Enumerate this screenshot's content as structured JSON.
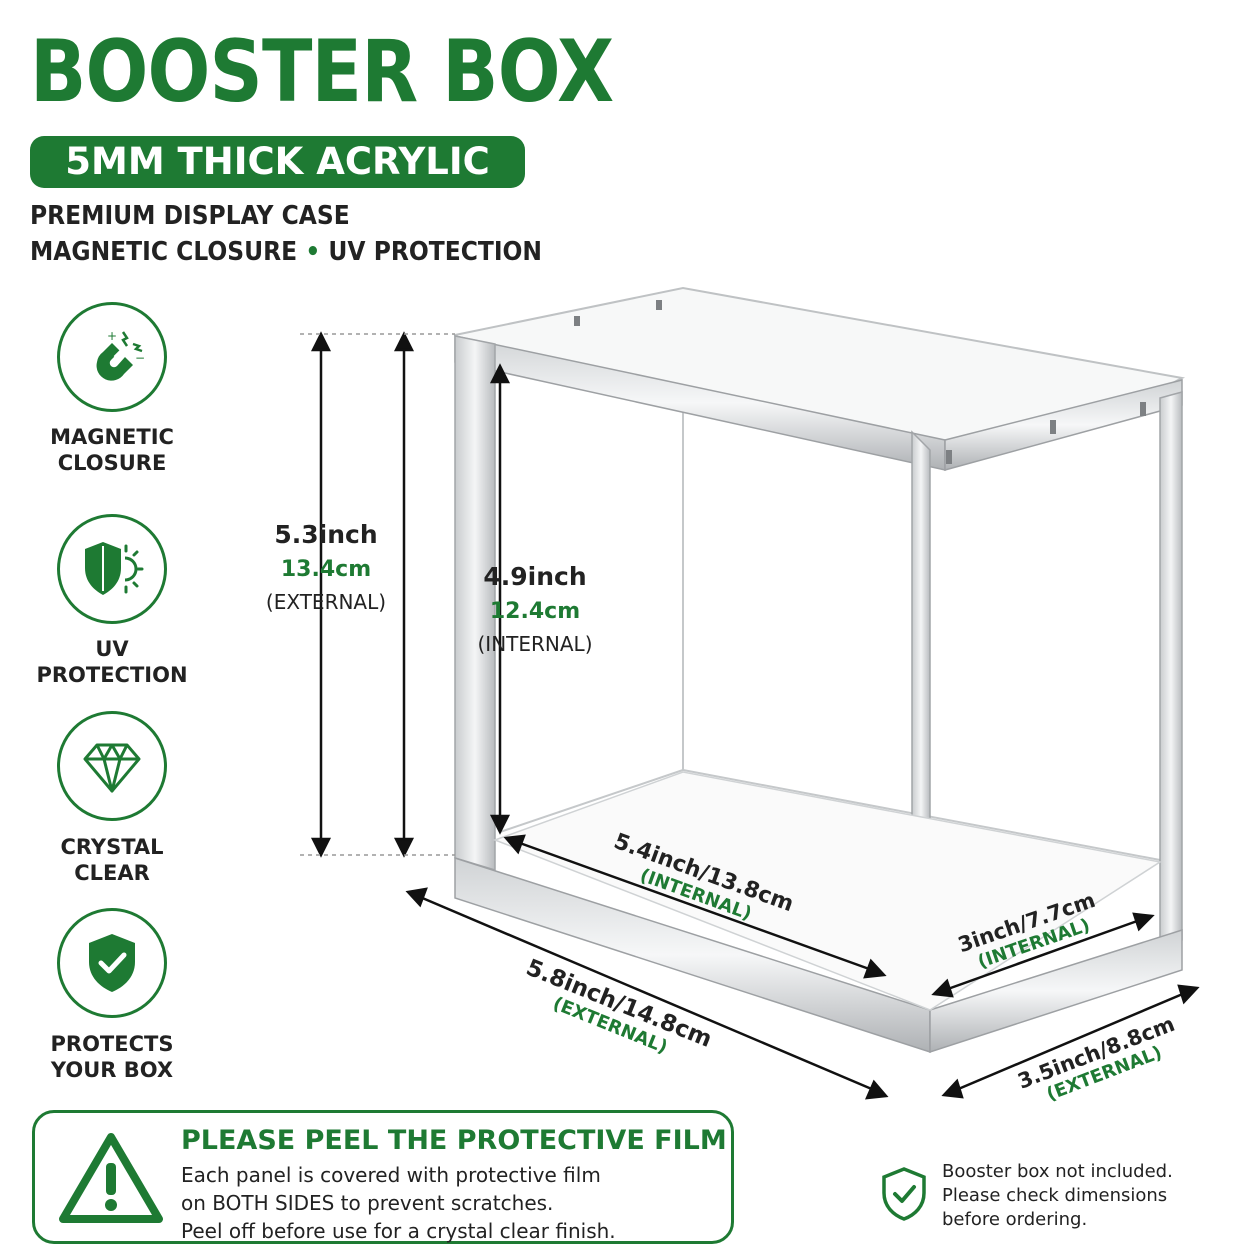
{
  "header": {
    "title": "BOOSTER BOX",
    "badge": "5MM THICK ACRYLIC",
    "tagline_1": "PREMIUM DISPLAY CASE",
    "tagline_2a": "MAGNETIC CLOSURE",
    "tagline_sep": "•",
    "tagline_2b": "UV PROTECTION"
  },
  "features": [
    {
      "icon": "magnet-icon",
      "line1": "MAGNETIC",
      "line2": "CLOSURE"
    },
    {
      "icon": "uv-shield-icon",
      "line1": "UV",
      "line2": "PROTECTION"
    },
    {
      "icon": "diamond-icon",
      "line1": "CRYSTAL",
      "line2": "CLEAR"
    },
    {
      "icon": "shield-check-icon",
      "line1": "PROTECTS",
      "line2": "YOUR BOX"
    }
  ],
  "dimensions": {
    "height_ext": {
      "inch": "5.3inch",
      "cm": "13.4cm",
      "note": "(EXTERNAL)"
    },
    "height_int": {
      "inch": "4.9inch",
      "cm": "12.4cm",
      "note": "(INTERNAL)"
    },
    "length_int": {
      "text": "5.4inch/13.8cm",
      "note": "(INTERNAL)"
    },
    "depth_int": {
      "text": "3inch/7.7cm",
      "note": "(INTERNAL)"
    },
    "length_ext": {
      "text": "5.8inch/14.8cm",
      "note": "(EXTERNAL)"
    },
    "depth_ext": {
      "text": "3.5inch/8.8cm",
      "note": "(EXTERNAL)"
    }
  },
  "notice": {
    "title": "PLEASE PEEL THE PROTECTIVE FILM",
    "line1": "Each panel is covered with protective film",
    "line2": "on BOTH SIDES to prevent scratches.",
    "line3": "Peel off before use for a crystal clear finish.",
    "icon": "warning-icon"
  },
  "disclaimer": {
    "icon": "shield-check-icon",
    "line1": "Booster box not included.",
    "line2": "Please check dimensions",
    "line3": "before ordering."
  },
  "colors": {
    "accent": "#1e7a33",
    "text": "#222222"
  }
}
